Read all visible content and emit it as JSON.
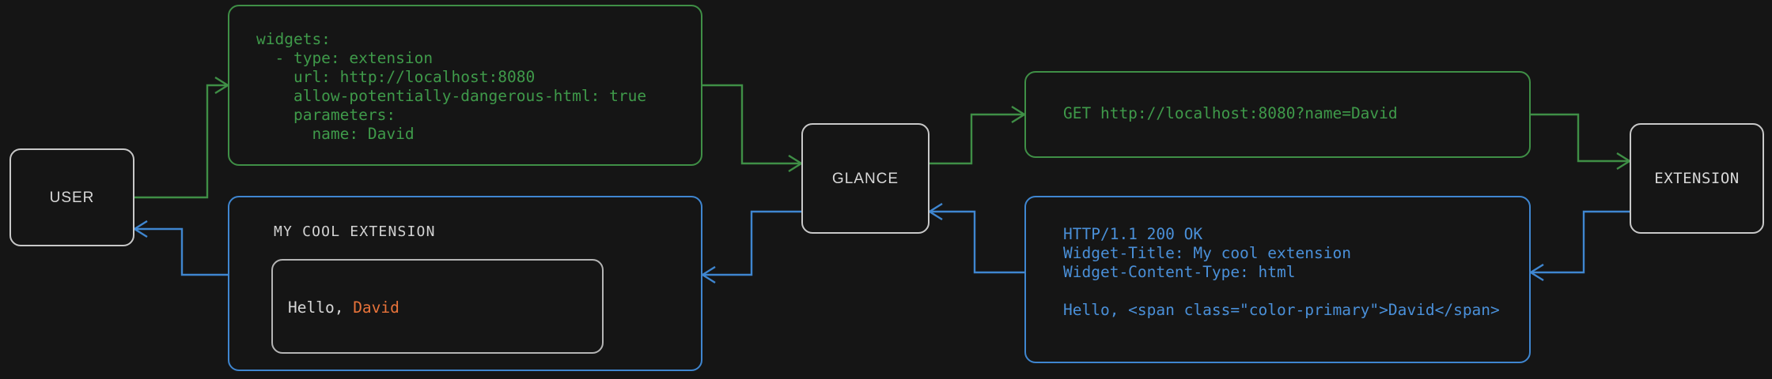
{
  "theme": {
    "background": "#151515",
    "node_border": "#c8c8c8",
    "node_text": "#d8d8d8",
    "request_color": "#3f9a4a",
    "response_color": "#4a90d9",
    "accent_color": "#e8733a",
    "card_border": "#b4b4b4"
  },
  "nodes": {
    "user": {
      "label": "USER"
    },
    "glance": {
      "label": "GLANCE"
    },
    "extension": {
      "label": "EXTENSION"
    }
  },
  "panels": {
    "config": {
      "kind": "yaml-config",
      "color": "#3f9a4a",
      "code": "widgets:\n  - type: extension\n    url: http://localhost:8080\n    allow-potentially-dangerous-html: true\n    parameters:\n      name: David"
    },
    "request": {
      "kind": "http-request",
      "color": "#3f9a4a",
      "code": "GET http://localhost:8080?name=David"
    },
    "response": {
      "kind": "http-response",
      "color": "#4a90d9",
      "code": "HTTP/1.1 200 OK\nWidget-Title: My cool extension\nWidget-Content-Type: html\n\nHello, <span class=\"color-primary\">David</span>"
    },
    "widget": {
      "kind": "rendered-widget",
      "color": "#4a90d9",
      "title": "MY COOL EXTENSION",
      "body_prefix": "Hello, ",
      "body_accent": "David"
    }
  },
  "edges": [
    {
      "name": "user-to-config",
      "direction": "forward",
      "color": "#3f8f46"
    },
    {
      "name": "config-to-glance",
      "direction": "forward",
      "color": "#3f8f46"
    },
    {
      "name": "glance-to-request",
      "direction": "forward",
      "color": "#3f8f46"
    },
    {
      "name": "request-to-extension",
      "direction": "forward",
      "color": "#3f8f46"
    },
    {
      "name": "extension-to-response",
      "direction": "backward",
      "color": "#3f86d0"
    },
    {
      "name": "response-to-glance",
      "direction": "backward",
      "color": "#3f86d0"
    },
    {
      "name": "glance-to-widget",
      "direction": "backward",
      "color": "#3f86d0"
    },
    {
      "name": "widget-to-user",
      "direction": "backward",
      "color": "#3f86d0"
    }
  ]
}
